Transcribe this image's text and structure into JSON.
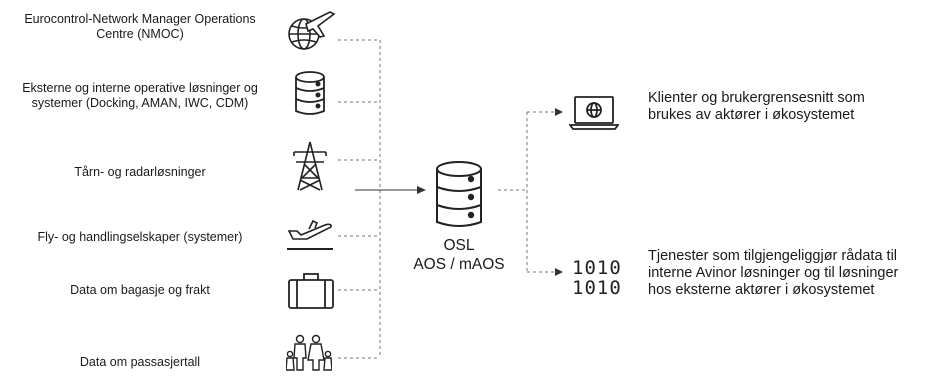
{
  "sources": [
    {
      "label_lines": [
        "Eurocontrol-Network Manager Operations",
        "Centre (NMOC)"
      ],
      "icon": "globe-airplane-icon"
    },
    {
      "label_lines": [
        "Eksterne og interne operative løsninger og",
        "systemer (Docking, AMAN,  IWC, CDM)"
      ],
      "icon": "database-icon"
    },
    {
      "label_lines": [
        "Tårn- og radarløsninger"
      ],
      "icon": "transmission-tower-icon"
    },
    {
      "label_lines": [
        "Fly- og handlingselskaper (systemer)"
      ],
      "icon": "airplane-takeoff-icon"
    },
    {
      "label_lines": [
        "Data om bagasje og frakt"
      ],
      "icon": "suitcase-icon"
    },
    {
      "label_lines": [
        "Data om passasjertall"
      ],
      "icon": "family-icon"
    }
  ],
  "hub": {
    "line1": "OSL",
    "line2": "AOS / mAOS",
    "icon": "database-icon"
  },
  "outputs": [
    {
      "label_lines": [
        "Klienter og brukergrensesnitt som",
        "brukes av aktører i økosystemet"
      ],
      "icon": "laptop-globe-icon"
    },
    {
      "label_lines": [
        "Tjenester som tilgjengeliggjør rådata til",
        "interne Avinor løsninger og til løsninger",
        "hos eksterne aktører i økosystemet"
      ],
      "icon": "binary-data-icon",
      "binary_rows": [
        "1010",
        "1010"
      ]
    }
  ]
}
